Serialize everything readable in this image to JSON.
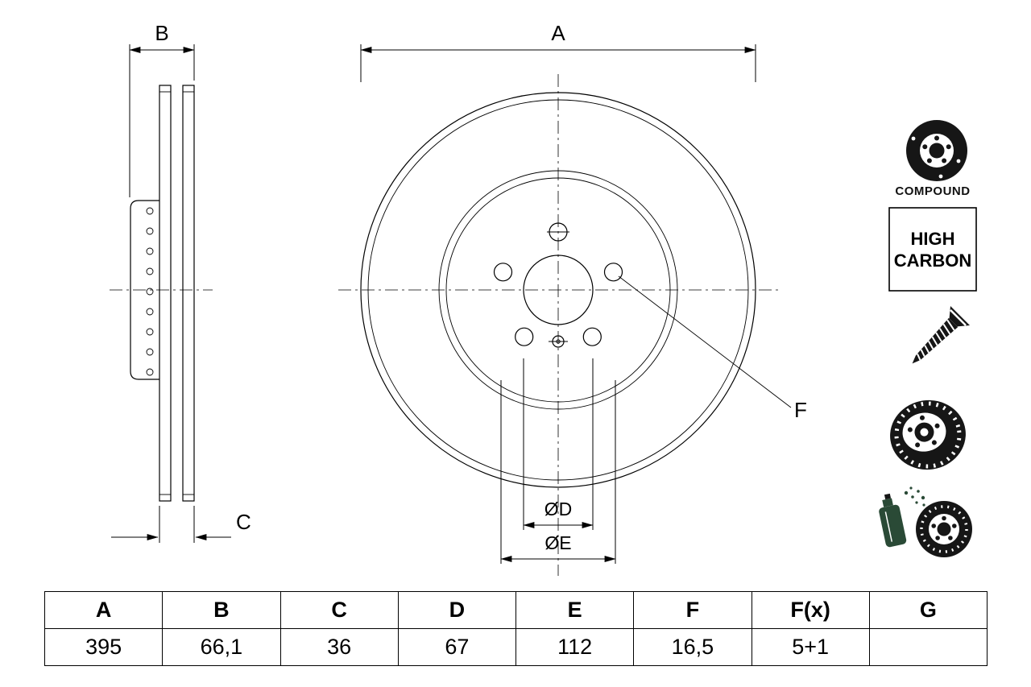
{
  "page": {
    "background": "#ffffff",
    "line_color": "#000000"
  },
  "drawing": {
    "labels": {
      "a": "A",
      "b": "B",
      "c": "C",
      "d": "ØD",
      "e": "ØE",
      "f": "F"
    }
  },
  "badges": {
    "compound_label": "COMPOUND",
    "high_carbon_line1": "HIGH",
    "high_carbon_line2": "CARBON"
  },
  "icons": {
    "compound": "compound-two-piece-disc-icon",
    "screw": "countersunk-screw-icon",
    "disc": "brake-disc-icon",
    "spray": "coating-spray-icon"
  },
  "table": {
    "headers": [
      "A",
      "B",
      "C",
      "D",
      "E",
      "F",
      "F(x)",
      "G"
    ],
    "values": [
      "395",
      "66,1",
      "36",
      "67",
      "112",
      "16,5",
      "5+1",
      ""
    ]
  }
}
